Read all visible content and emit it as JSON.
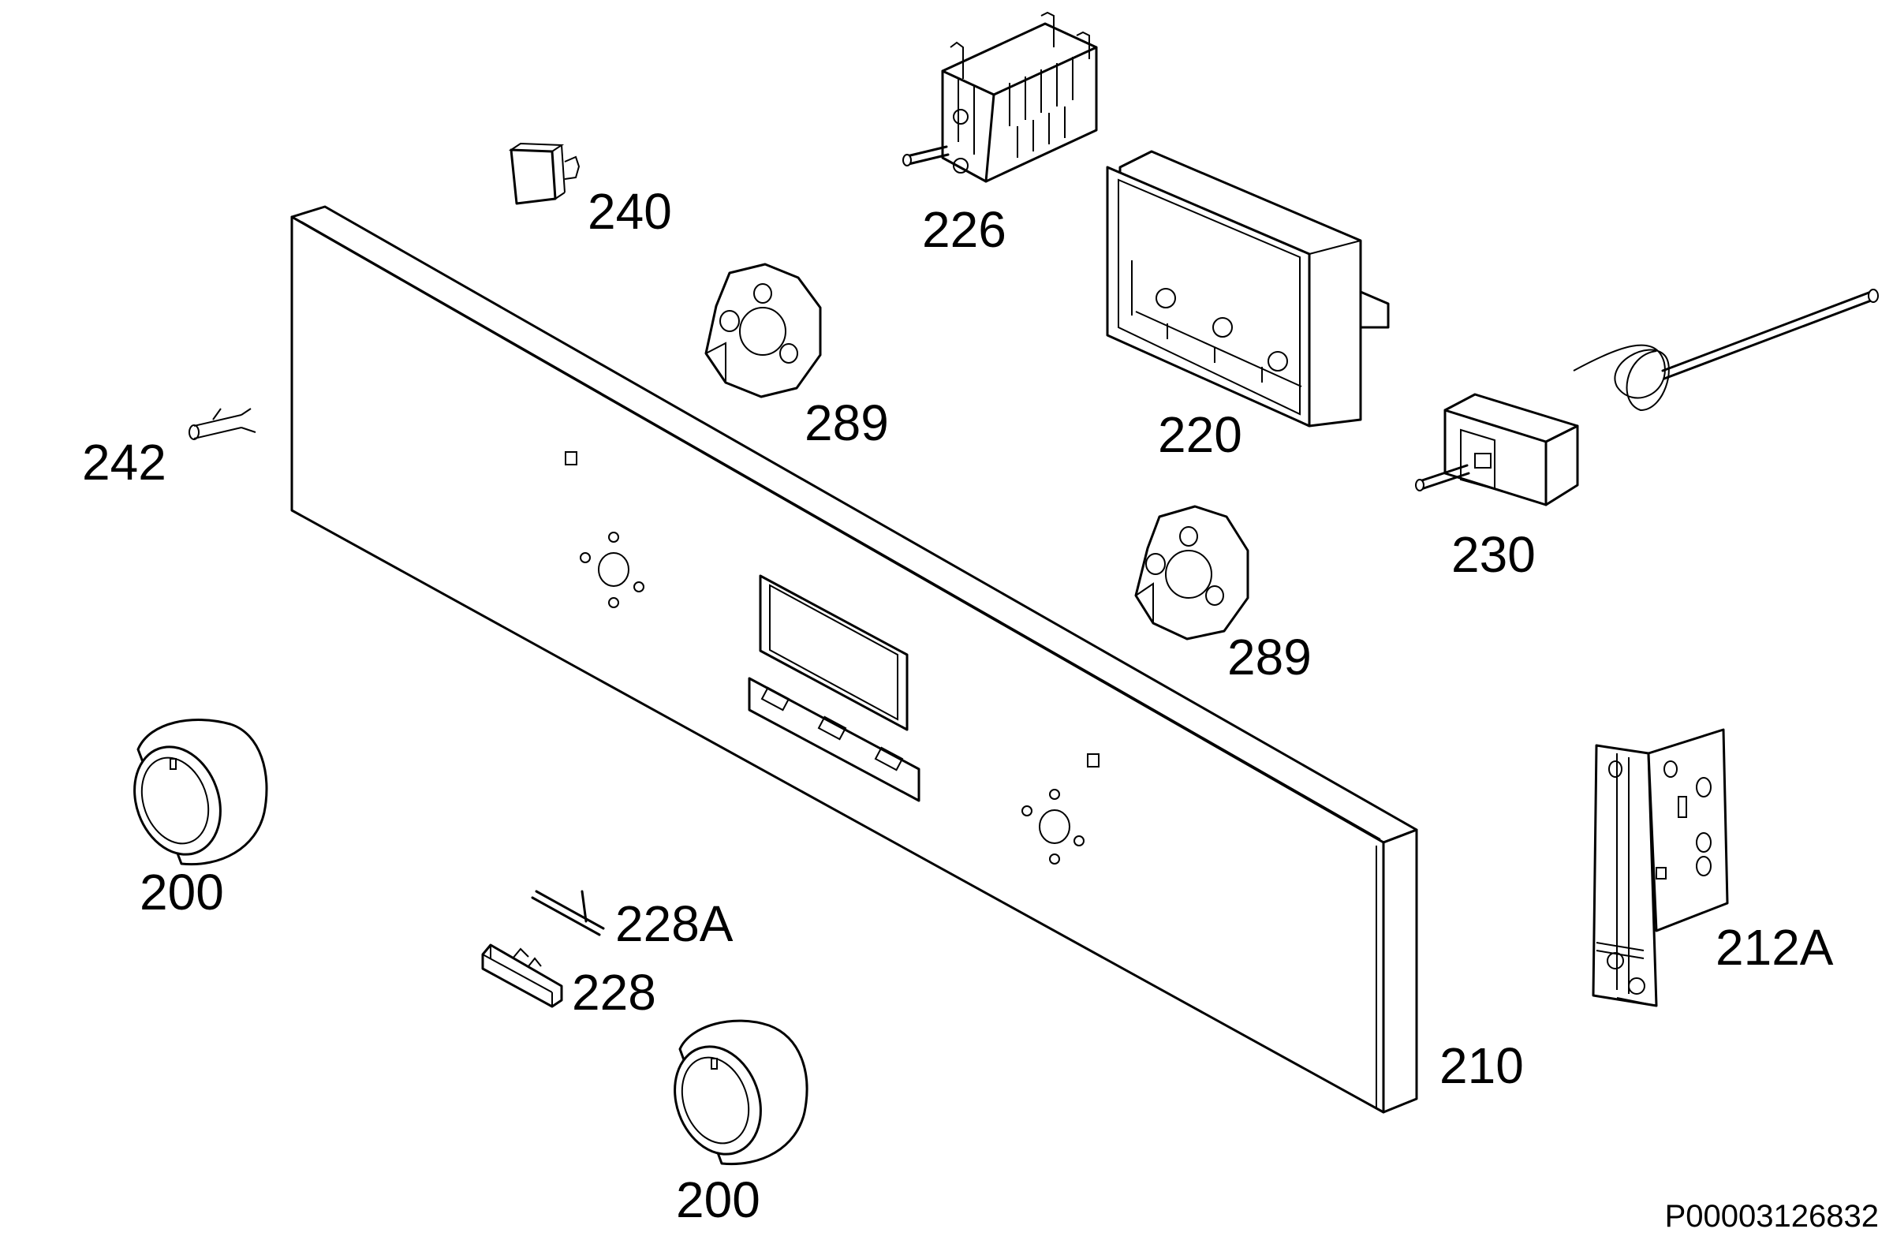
{
  "labels": {
    "p200a": "200",
    "p200b": "200",
    "p210": "210",
    "p212a": "212A",
    "p220": "220",
    "p226": "226",
    "p228": "228",
    "p228a": "228A",
    "p230": "230",
    "p240": "240",
    "p242": "242",
    "p289a": "289",
    "p289b": "289"
  },
  "document_id": "P00003126832"
}
